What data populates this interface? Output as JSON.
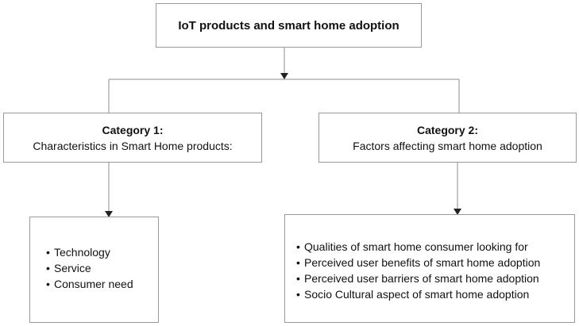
{
  "root": {
    "title": "IoT products and smart home adoption"
  },
  "category1": {
    "heading": "Category 1:",
    "subtitle": "Characteristics in Smart Home products:",
    "items": [
      "Technology",
      "Service",
      "Consumer need"
    ]
  },
  "category2": {
    "heading": "Category 2:",
    "subtitle": "Factors affecting smart home adoption",
    "items": [
      "Qualities of smart home consumer looking for",
      "Perceived user benefits of smart home adoption",
      "Perceived user barriers of smart home adoption",
      "Socio Cultural aspect of smart home adoption"
    ]
  },
  "colors": {
    "line": "#8c8c8c",
    "arrow": "#222222",
    "border": "#9a9a9a"
  }
}
